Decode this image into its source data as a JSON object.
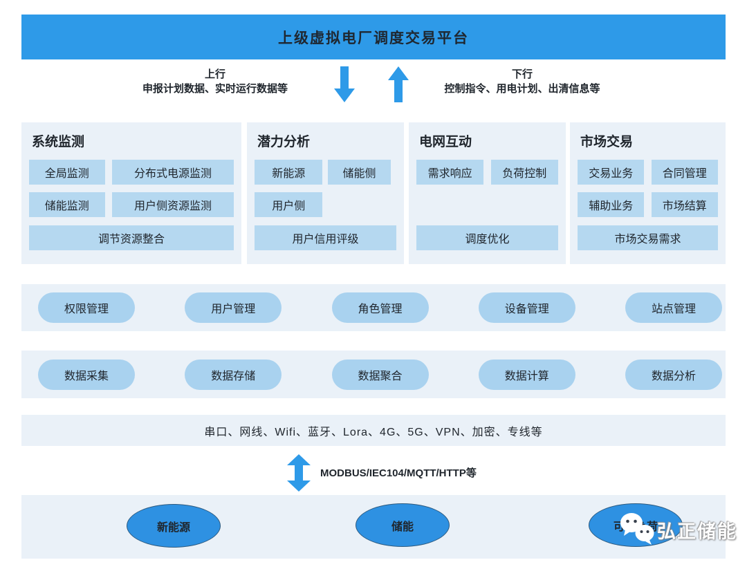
{
  "banner": {
    "title": "上级虚拟电厂调度交易平台"
  },
  "links": {
    "uplink": {
      "label": "上行",
      "desc": "申报计划数据、实时运行数据等"
    },
    "downlink": {
      "label": "下行",
      "desc": "控制指令、用电计划、出清信息等"
    }
  },
  "modules": [
    {
      "title": "系统监测",
      "rows": [
        [
          "全局监测",
          "分布式电源监测"
        ],
        [
          "储能监测",
          "用户侧资源监测"
        ]
      ],
      "footer": "调节资源整合"
    },
    {
      "title": "潜力分析",
      "rows": [
        [
          "新能源",
          "储能侧"
        ],
        [
          "用户侧"
        ]
      ],
      "footer": "用户信用评级"
    },
    {
      "title": "电网互动",
      "rows": [
        [
          "需求响应",
          "负荷控制"
        ]
      ],
      "footer": "调度优化"
    },
    {
      "title": "市场交易",
      "rows": [
        [
          "交易业务",
          "合同管理"
        ],
        [
          "辅助业务",
          "市场结算"
        ]
      ],
      "footer": "市场交易需求"
    }
  ],
  "management_row": [
    "权限管理",
    "用户管理",
    "角色管理",
    "设备管理",
    "站点管理"
  ],
  "data_row": [
    "数据采集",
    "数据存储",
    "数据聚合",
    "数据计算",
    "数据分析"
  ],
  "connectivity": "串口、网线、Wifi、蓝牙、Lora、4G、5G、VPN、加密、专线等",
  "protocols": "MODBUS/IEC104/MQTT/HTTP等",
  "resources": [
    "新能源",
    "储能",
    "可控负荷"
  ],
  "watermark": {
    "brand": "弘正储能",
    "icon": "wechat-icon"
  },
  "icons": {
    "uplink": "down-arrow-icon",
    "downlink": "up-arrow-icon",
    "protocol": "double-arrow-icon",
    "watermark": "wechat-icon"
  },
  "colors": {
    "accent_blue": "#2E9AE8",
    "band_bg": "#EAF1F8",
    "box_blue": "#B5D8F0",
    "pill_blue": "#A9D2EF",
    "ellipse_blue": "#2E91E2",
    "text_dark": "#20262D"
  }
}
